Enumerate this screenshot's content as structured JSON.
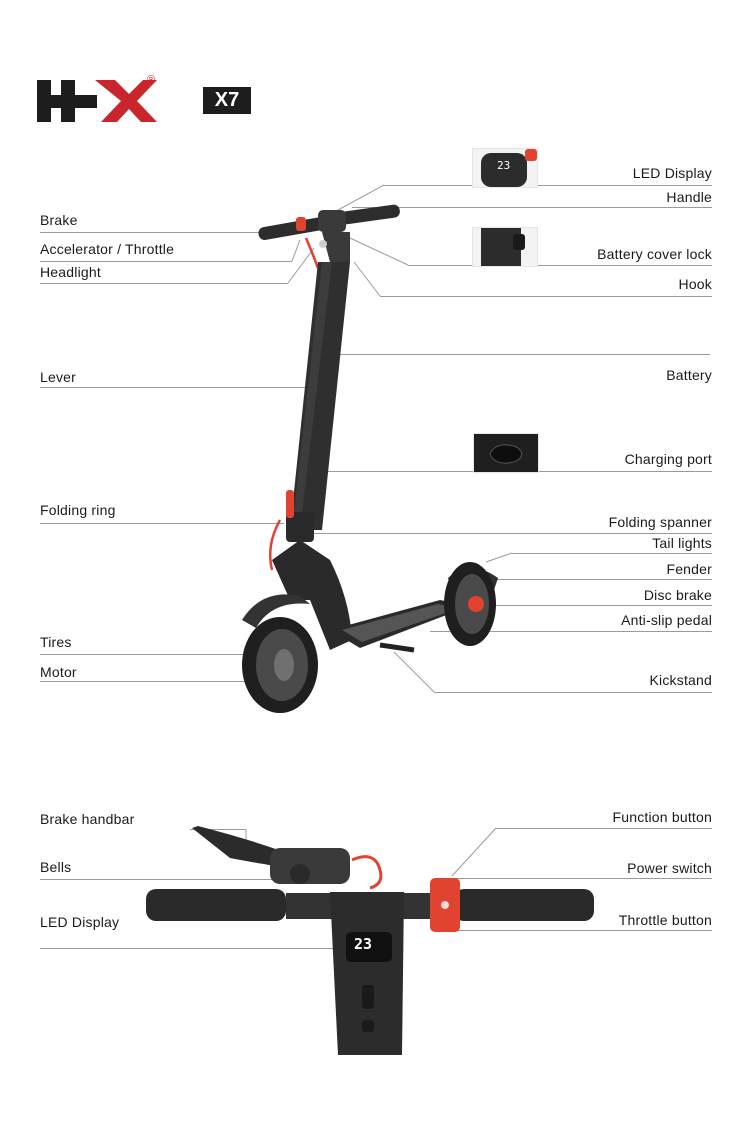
{
  "brand": {
    "logo_text": "HX",
    "registered_mark": "®",
    "model": "X7"
  },
  "colors": {
    "accent_red": "#e0432f",
    "logo_red": "#c9252c",
    "body_dark": "#2b2b2b",
    "leader_line": "#9a9a9a"
  },
  "diagram_top": {
    "left_labels": [
      "Brake",
      "Accelerator / Throttle",
      "Headlight",
      "Lever",
      "Folding ring",
      "Tires",
      "Motor"
    ],
    "right_labels": [
      "LED Display",
      "Handle",
      "Battery cover lock",
      "Hook",
      "Battery",
      "Charging port",
      "Folding spanner",
      "Tail lights",
      "Fender",
      "Disc brake",
      "Anti-slip pedal",
      "Kickstand"
    ],
    "display_reading": "23"
  },
  "diagram_bottom": {
    "left_labels": [
      "Brake handbar",
      "Bells",
      "LED Display"
    ],
    "right_labels": [
      "Function button",
      "Power switch",
      "Throttle button"
    ],
    "display_reading": "23"
  }
}
